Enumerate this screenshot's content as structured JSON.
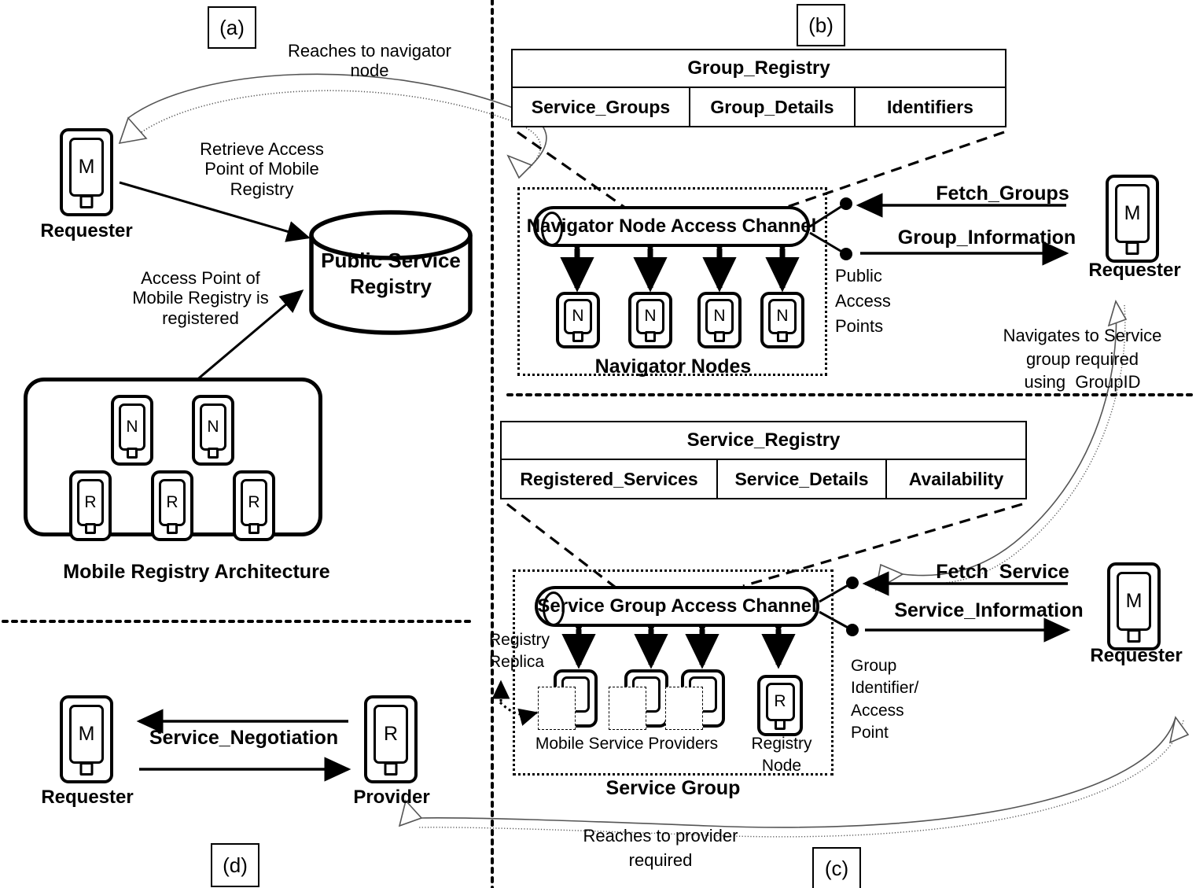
{
  "figure": {
    "panels": [
      {
        "id": "a",
        "tag": "(a)"
      },
      {
        "id": "b",
        "tag": "(b)"
      },
      {
        "id": "c",
        "tag": "(c)"
      },
      {
        "id": "d",
        "tag": "(d)"
      }
    ]
  },
  "panel_a": {
    "annotation_reaches": "Reaches to navigator\nnode",
    "requester": {
      "glyph": "M",
      "label": "Requester"
    },
    "arrow_retrieve": "Retrieve Access\nPoint of Mobile\nRegistry",
    "arrow_register": "Access Point of\nMobile Registry is\nregistered",
    "registry_db": "Public Service\nRegistry",
    "mobile_registry": {
      "caption": "Mobile Registry Architecture",
      "nodes": [
        "N",
        "N"
      ],
      "registry_nodes": [
        "R",
        "R",
        "R"
      ]
    }
  },
  "panel_b": {
    "registry_table": {
      "title": "Group_Registry",
      "columns": [
        "Service_Groups",
        "Group_Details",
        "Identifiers"
      ]
    },
    "access_channel": "Navigator Node Access Channel",
    "nodes": [
      "N",
      "N",
      "N",
      "N"
    ],
    "group_caption": "Navigator Nodes",
    "access_points_label": "Public\nAccess\nPoints",
    "msg_in": "Fetch_Groups",
    "msg_out": "Group_Information",
    "requester": {
      "glyph": "M",
      "label": "Requester"
    },
    "annotation_navigate": "Navigates to Service\ngroup required\nusing  GroupID"
  },
  "panel_c": {
    "registry_table": {
      "title": "Service_Registry",
      "columns": [
        "Registered_Services",
        "Service_Details",
        "Availability"
      ]
    },
    "access_channel": "Service Group Access Channel",
    "replica_label": "Registry\nReplica",
    "providers_caption": "Mobile Service Providers",
    "registry_node": {
      "glyph": "R",
      "caption": "Registry\nNode"
    },
    "group_caption": "Service Group",
    "identifier_label": "Group\nIdentifier/\nAccess\nPoint",
    "msg_in": "Fetch  Service",
    "msg_out": "Service_Information",
    "requester": {
      "glyph": "M",
      "label": "Requester"
    },
    "annotation_reaches_provider": "Reaches to provider\nrequired"
  },
  "panel_d": {
    "requester": {
      "glyph": "M",
      "label": "Requester"
    },
    "provider": {
      "glyph": "R",
      "label": "Provider"
    },
    "message": "Service_Negotiation"
  },
  "colors": {
    "stroke": "#000000",
    "background": "#ffffff"
  }
}
